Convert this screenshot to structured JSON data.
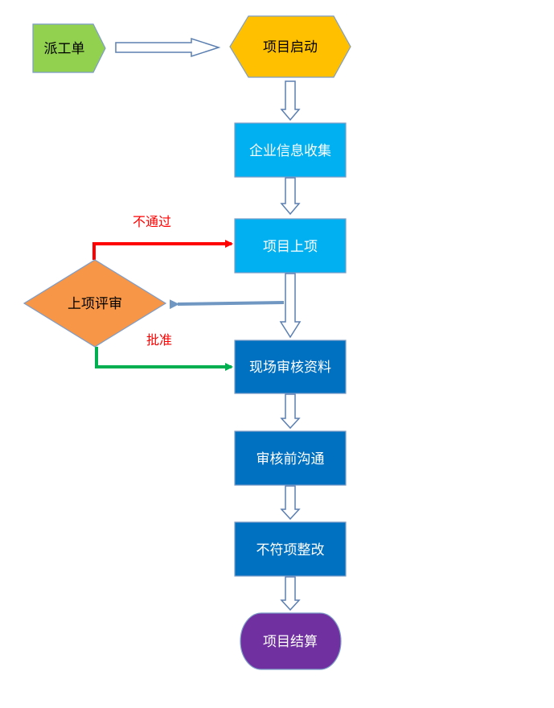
{
  "diagram": {
    "nodes": {
      "dispatch": {
        "label": "派工单",
        "fill": "#92D050",
        "text_color": "#000000"
      },
      "start": {
        "label": "项目启动",
        "fill": "#FFC000",
        "text_color": "#000000"
      },
      "collect": {
        "label": "企业信息收集",
        "fill": "#00B0F0",
        "text_color": "#ffffff"
      },
      "register": {
        "label": "项目上项",
        "fill": "#00B0F0",
        "text_color": "#ffffff"
      },
      "review": {
        "label": "上项评审",
        "fill": "#F79646",
        "text_color": "#000000"
      },
      "onsite": {
        "label": "现场审核资料",
        "fill": "#0070C0",
        "text_color": "#ffffff"
      },
      "precomm": {
        "label": "审核前沟通",
        "fill": "#0070C0",
        "text_color": "#ffffff"
      },
      "rectify": {
        "label": "不符项整改",
        "fill": "#0070C0",
        "text_color": "#ffffff"
      },
      "settle": {
        "label": "项目结算",
        "fill": "#7030A0",
        "text_color": "#ffffff"
      }
    },
    "edges": {
      "rejected": {
        "label": "不通过",
        "color": "#FF0000"
      },
      "approved": {
        "label": "批准",
        "color": "#00B050"
      },
      "to_review_color": "#6F97C2",
      "hollow_arrow_color": "#5B7FB0"
    },
    "node_border_color": "#7D9CC8"
  }
}
